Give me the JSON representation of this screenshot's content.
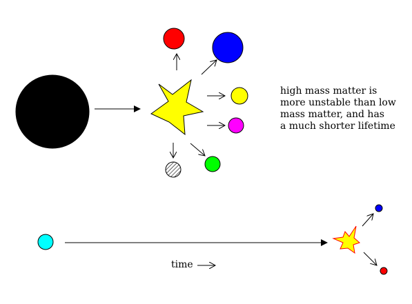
{
  "caption": {
    "lines": [
      "high mass matter is",
      "more unstable than low",
      "mass matter, and has",
      "a much shorter lifetime"
    ]
  },
  "time_label": "time",
  "colors": {
    "heavy_particle": "#000000",
    "star_fill": "#ffff00",
    "small_star_fill": "#ffff00",
    "small_star_stroke": "#ff0000",
    "product_red": "#ff0000",
    "product_blue": "#0000ff",
    "product_yellow": "#ffff00",
    "product_magenta": "#ff00ff",
    "product_green": "#00ff00",
    "product_hatched": "#000000",
    "light_particle": "#00ffff"
  }
}
